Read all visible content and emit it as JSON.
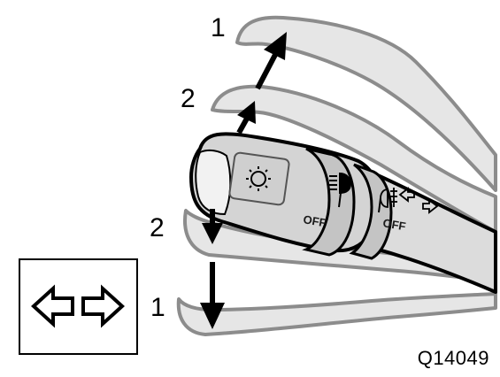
{
  "labels": {
    "upper_outer": "1",
    "upper_inner": "2",
    "lower_inner": "2",
    "lower_outer": "1"
  },
  "switch": {
    "headlight_off_label": "OFF",
    "fog_off_label": "OFF"
  },
  "reference_code": "Q14049",
  "inset": {
    "left_arrow": "turn-signal-left-arrow",
    "right_arrow": "turn-signal-right-arrow"
  },
  "colors": {
    "lever_fill": "#dcdcdc",
    "lever_shadow": "#bdbdbd",
    "ghost_outline": "#8c8c8c",
    "stroke": "#000000"
  }
}
